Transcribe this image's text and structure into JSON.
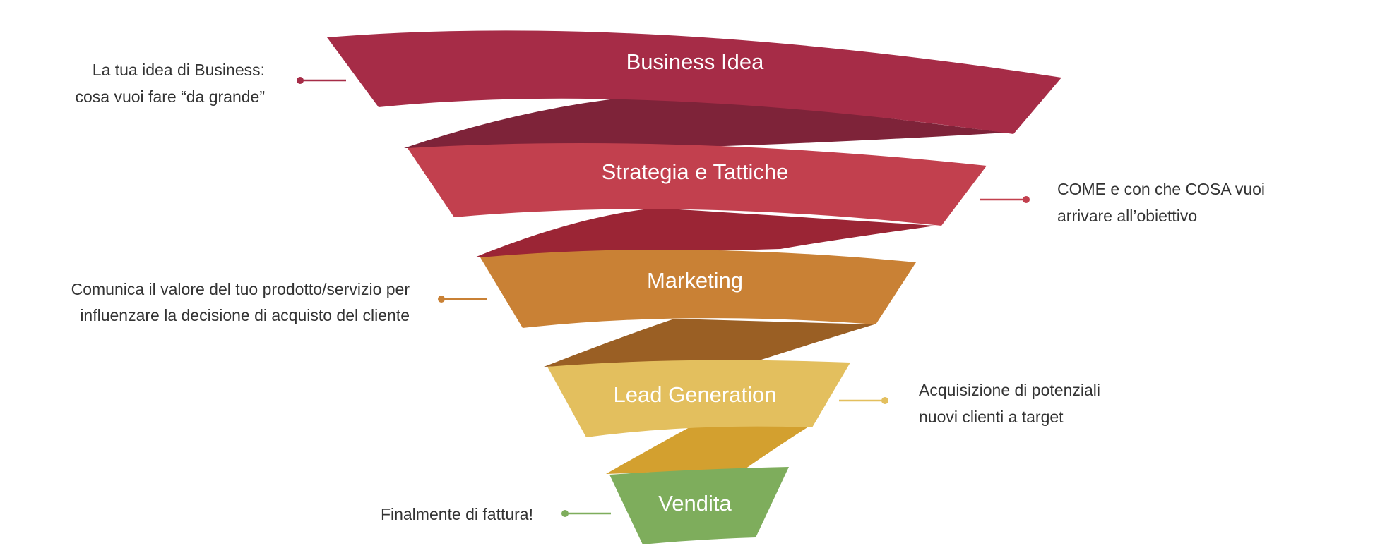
{
  "stages": [
    {
      "label": "Business Idea",
      "description": [
        "La tua idea di Business:",
        "cosa vuoi fare “da grande”"
      ],
      "side": "left",
      "color": "#a62c47",
      "connector_color": "#a62c47"
    },
    {
      "label": "Strategia e Tattiche",
      "description": [
        "COME e con che COSA vuoi",
        "arrivare all’obiettivo"
      ],
      "side": "right",
      "color": "#c2404e",
      "connector_color": "#c2404e"
    },
    {
      "label": "Marketing",
      "description": [
        "Comunica il valore del tuo prodotto/servizio per",
        "influenzare la decisione di acquisto del cliente"
      ],
      "side": "left",
      "color": "#c98135",
      "connector_color": "#c98135"
    },
    {
      "label": "Lead Generation",
      "description": [
        "Acquisizione di potenziali",
        "nuovi clienti a target"
      ],
      "side": "right",
      "color": "#e3bf5e",
      "connector_color": "#e3bf5e"
    },
    {
      "label": "Vendita",
      "description": [
        "Finalmente di fattura!"
      ],
      "side": "left",
      "color": "#7ead5c",
      "connector_color": "#7ead5c"
    }
  ],
  "ribbon_colors": [
    "#7e2339",
    "#9b2535",
    "#9a5f24",
    "#d3a02f"
  ]
}
